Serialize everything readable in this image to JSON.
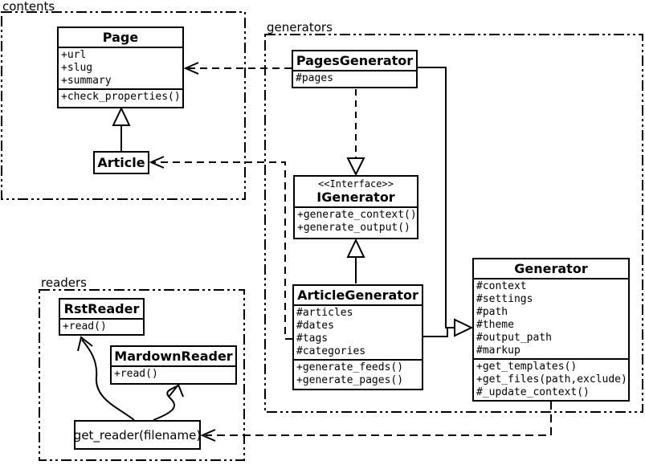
{
  "diagram_type": "uml-class-diagram",
  "packages": {
    "contents": {
      "label": "contents"
    },
    "generators": {
      "label": "generators"
    },
    "readers": {
      "label": "readers"
    }
  },
  "classes": {
    "page": {
      "name": "Page",
      "attributes": [
        "+url",
        "+slug",
        "+summary"
      ],
      "methods": [
        "+check_properties()"
      ]
    },
    "article": {
      "name": "Article"
    },
    "pages_generator": {
      "name": "PagesGenerator",
      "attributes": [
        "#pages"
      ]
    },
    "igenerator": {
      "stereotype": "<<Interface>>",
      "name": "IGenerator",
      "methods": [
        "+generate_context()",
        "+generate_output()"
      ]
    },
    "article_generator": {
      "name": "ArticleGenerator",
      "attributes": [
        "#articles",
        "#dates",
        "#tags",
        "#categories"
      ],
      "methods": [
        "+generate_feeds()",
        "+generate_pages()"
      ]
    },
    "generator": {
      "name": "Generator",
      "attributes": [
        "#context",
        "#settings",
        "#path",
        "#theme",
        "#output_path",
        "#markup"
      ],
      "methods": [
        "+get_templates()",
        "+get_files(path,exclude)",
        "#_update_context()"
      ]
    },
    "rst_reader": {
      "name": "RstReader",
      "methods": [
        "+read()"
      ]
    },
    "mardown_reader": {
      "name": "MardownReader",
      "methods": [
        "+read()"
      ]
    },
    "get_reader": {
      "label": "get_reader(filename)"
    }
  },
  "relations": [
    {
      "from": "Article",
      "to": "Page",
      "type": "generalization"
    },
    {
      "from": "PagesGenerator",
      "to": "Page",
      "type": "dependency"
    },
    {
      "from": "ArticleGenerator",
      "to": "Article",
      "type": "dependency"
    },
    {
      "from": "PagesGenerator",
      "to": "IGenerator",
      "type": "realization"
    },
    {
      "from": "ArticleGenerator",
      "to": "IGenerator",
      "type": "generalization"
    },
    {
      "from": "PagesGenerator",
      "to": "Generator",
      "type": "generalization"
    },
    {
      "from": "ArticleGenerator",
      "to": "Generator",
      "type": "generalization"
    },
    {
      "from": "Generator",
      "to": "get_reader(filename)",
      "type": "dependency"
    },
    {
      "from": "get_reader(filename)",
      "to": "RstReader",
      "type": "call"
    },
    {
      "from": "get_reader(filename)",
      "to": "MardownReader",
      "type": "call"
    }
  ],
  "colors": {
    "line": "#000000",
    "background": "#ffffff"
  }
}
